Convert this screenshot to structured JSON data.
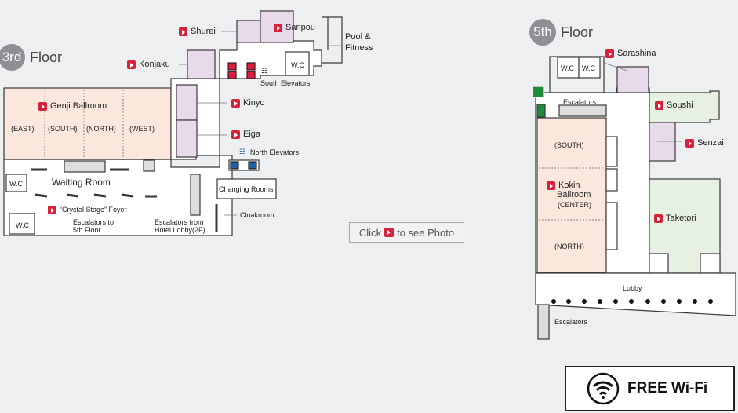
{
  "floor3": {
    "num": "3rd",
    "label": "Floor",
    "rooms": {
      "shurei": "Shurei",
      "sanpou": "Sanpou",
      "konjaku": "Konjaku",
      "genji": "Genji Ballroom",
      "kinyo": "Kinyo",
      "eiga": "Eiga",
      "crystal": "“Crystal Stage” Foyer"
    },
    "labels": {
      "pool_line1": "Pool &",
      "pool_line2": "Fitness",
      "wc": "W.C",
      "south_elevators": "South Elevators",
      "north_elevators": "North Elevators",
      "east": "(EAST)",
      "south": "(SOUTH)",
      "north": "(NORTH)",
      "west": "(WEST)",
      "waiting_room": "Waiting Room",
      "changing_rooms": "Changing Rooms",
      "cloakroom": "Cloakroom",
      "esc5_line1": "Escalators to",
      "esc5_line2": "5th Floor",
      "esc2_line1": "Escalators from",
      "esc2_line2": "Hotel Lobby(2F)"
    }
  },
  "photo_button": {
    "prefix": "Click",
    "suffix": "to see Photo"
  },
  "floor5": {
    "num": "5th",
    "label": "Floor",
    "rooms": {
      "sarashina": "Sarashina",
      "soushi": "Soushi",
      "senzai": "Senzai",
      "kokin_line1": "Kokin",
      "taketori": "Taketori"
    },
    "labels": {
      "wc": "W.C",
      "escalators_top": "Escalators",
      "south": "(SOUTH)",
      "kokin_line2": "Ballroom",
      "center": "(CENTER)",
      "north": "(NORTH)",
      "lobby": "Lobby",
      "escalators_bottom": "Escalators"
    }
  },
  "wifi": {
    "label": "FREE Wi-Fi",
    "icon": "wifi-icon"
  },
  "colors": {
    "ballroom": "#fbe7dc",
    "room_purple": "#e8daea",
    "room_green": "#e6f1e4",
    "accent_red": "#d8213a",
    "elevator_blue": "#1f5fa8",
    "exit_green": "#1f8a3c"
  }
}
